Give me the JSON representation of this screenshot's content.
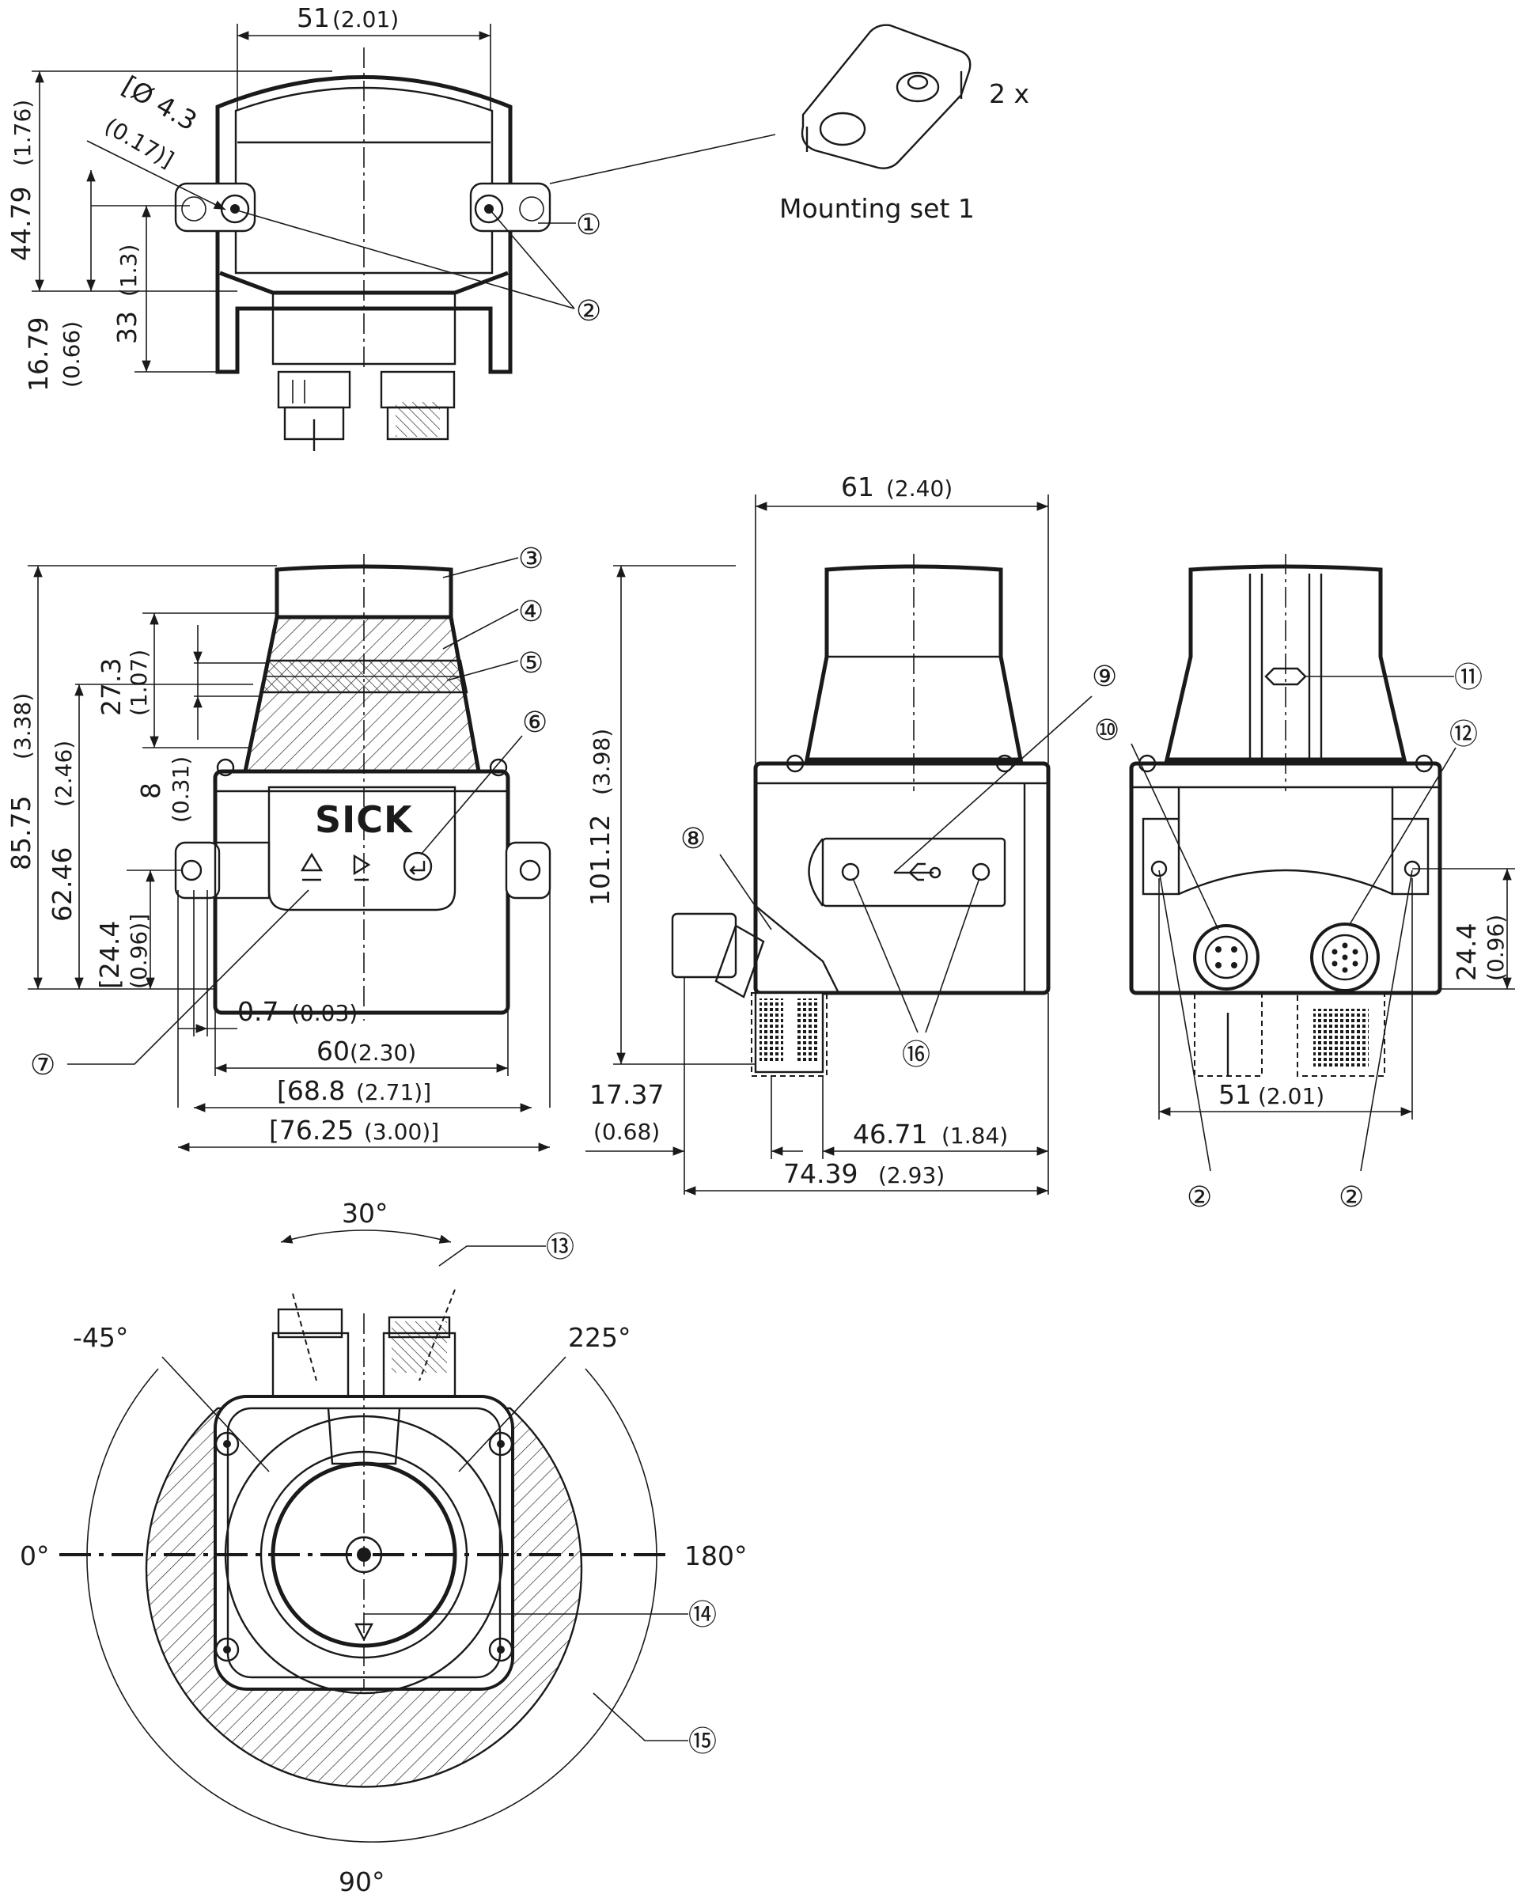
{
  "top_view": {
    "dim_width": "51",
    "dim_width_in": "(2.01)",
    "dim_height": "44.79",
    "dim_height_in": "(1.76)",
    "dim_hole": "[Ø 4.3",
    "dim_hole_in": "(0.17)]",
    "dim_offset": "16.79",
    "dim_offset_in": "(0.66)",
    "dim_33": "33",
    "dim_33_in": "(1.3)",
    "callouts": [
      "①",
      "②"
    ]
  },
  "mounting_set": {
    "quantity": "2 x",
    "label": "Mounting set 1"
  },
  "front_view": {
    "logo": "SICK",
    "dim_total_h": "85.75",
    "dim_total_h_in": "(3.38)",
    "dim_62": "62.46",
    "dim_62_in": "(2.46)",
    "dim_24": "[24.4",
    "dim_24_in": "(0.96)]",
    "dim_27": "27.3",
    "dim_27_in": "(1.07)",
    "dim_8": "8",
    "dim_8_in": "(0.31)",
    "dim_07": "0.7",
    "dim_07_in": "(0.03)",
    "dim_60": "60",
    "dim_60_in": "(2.30)",
    "dim_688": "[68.8",
    "dim_688_in": "(2.71)]",
    "dim_7625": "[76.25",
    "dim_7625_in": "(3.00)]",
    "callouts": [
      "③",
      "④",
      "⑤",
      "⑥",
      "⑦"
    ]
  },
  "side_view": {
    "dim_61": "61",
    "dim_61_in": "(2.40)",
    "dim_101": "101.12",
    "dim_101_in": "(3.98)",
    "dim_1737": "17.37",
    "dim_1737_in": "(0.68)",
    "dim_4671": "46.71",
    "dim_4671_in": "(1.84)",
    "dim_7439": "74.39",
    "dim_7439_in": "(2.93)",
    "callouts": [
      "⑧",
      "⑨",
      "⑯"
    ]
  },
  "rear_view": {
    "dim_244": "24.4",
    "dim_244_in": "(0.96)",
    "dim_51": "51",
    "dim_51_in": "(2.01)",
    "callouts": [
      "⑪",
      "⑩",
      "⑫",
      "②",
      "②"
    ]
  },
  "bottom_view": {
    "angle_30": "30°",
    "angle_m45": "-45°",
    "angle_225": "225°",
    "angle_0": "0°",
    "angle_180": "180°",
    "angle_90": "90°",
    "callouts": [
      "⑬",
      "⑭",
      "⑮"
    ]
  }
}
